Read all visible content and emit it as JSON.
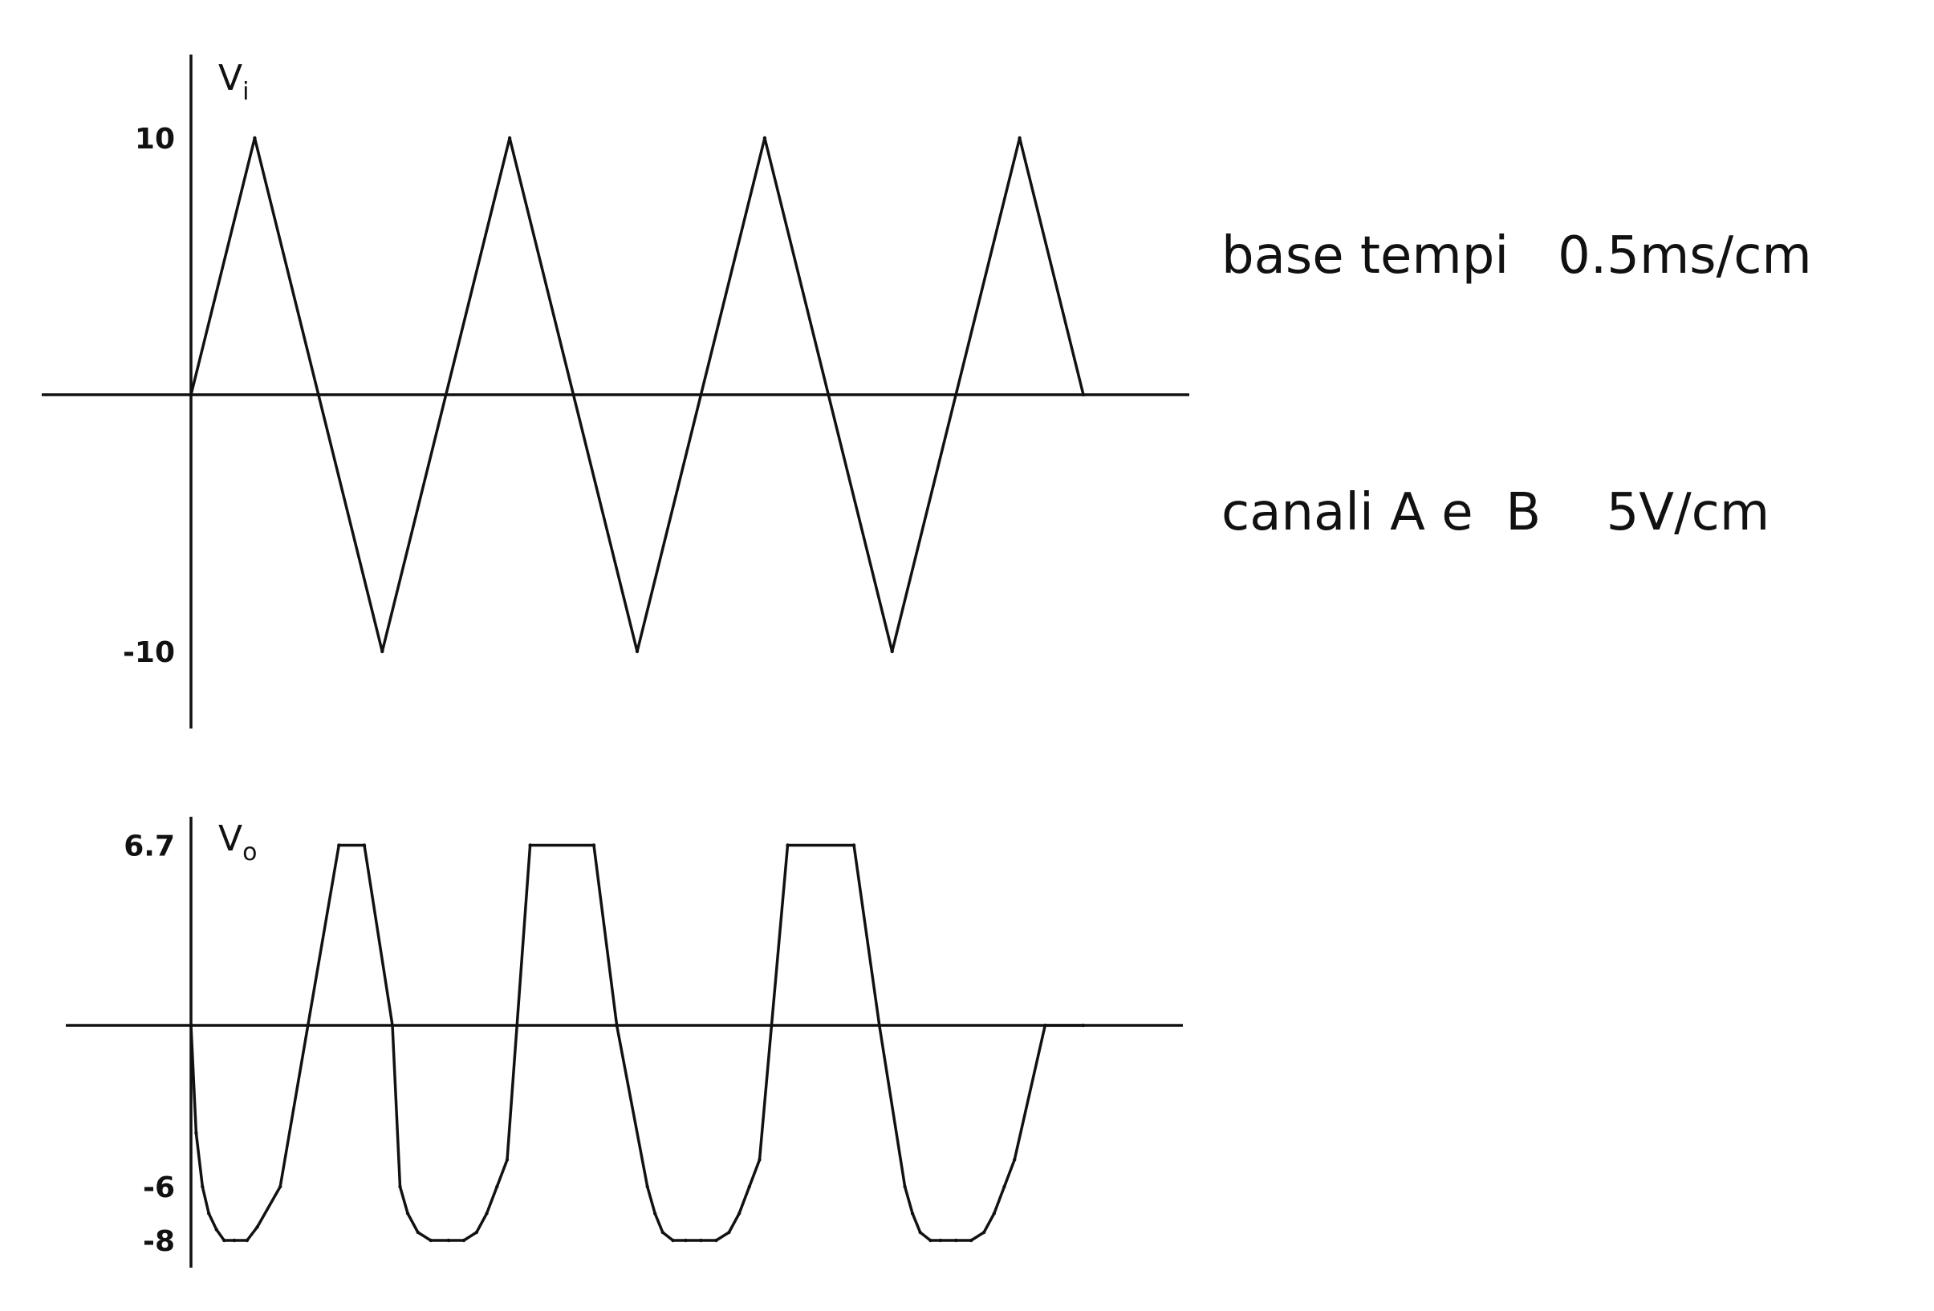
{
  "notes": {
    "timebase": "base tempi   0.5ms/cm",
    "channels": "canali A e  B    5V/cm"
  },
  "chart_data": [
    {
      "type": "line",
      "title": "",
      "ylabel": "V",
      "ylabel_sub": "i",
      "yticks": [
        {
          "label": "10",
          "value": 10
        },
        {
          "label": "-10",
          "value": -10
        }
      ],
      "ylim": [
        -13.2,
        13
      ],
      "xlim": [
        0,
        3.6
      ],
      "grid": false,
      "series": [
        {
          "x": [
            0,
            0.25,
            0.75,
            1.25,
            1.75,
            2.25,
            2.75,
            3.25,
            3.5
          ],
          "y": [
            0,
            10,
            -10,
            10,
            -10,
            10,
            -10,
            10,
            0
          ]
        }
      ]
    },
    {
      "type": "line",
      "title": "",
      "ylabel": "V",
      "ylabel_sub": "o",
      "yticks": [
        {
          "label": "6.7",
          "value": 6.7
        },
        {
          "label": "-6",
          "value": -6
        },
        {
          "label": "-8",
          "value": -8
        }
      ],
      "ylim": [
        -9.2,
        8.2
      ],
      "xlim": [
        0,
        3.6
      ],
      "grid": false,
      "series": [
        {
          "x": [
            0,
            0.02,
            0.045,
            0.07,
            0.1,
            0.13,
            0.17,
            0.22,
            0.26,
            0.35,
            0.58,
            0.68,
            0.79,
            0.82,
            0.85,
            0.89,
            0.94,
            1.01,
            1.07,
            1.12,
            1.16,
            1.2,
            1.24,
            1.33,
            1.58,
            1.67,
            1.79,
            1.82,
            1.85,
            1.89,
            1.94,
            2.0,
            2.06,
            2.11,
            2.15,
            2.19,
            2.23,
            2.34,
            2.6,
            2.7,
            2.8,
            2.83,
            2.86,
            2.9,
            2.94,
            3.0,
            3.06,
            3.11,
            3.15,
            3.19,
            3.23,
            3.35,
            3.5
          ],
          "y": [
            0,
            -4,
            -6,
            -7,
            -7.6,
            -8,
            -8,
            -8,
            -7.5,
            -6,
            6.7,
            6.7,
            0,
            -6,
            -7,
            -7.7,
            -8,
            -8,
            -8,
            -7.7,
            -7,
            -6,
            -5,
            6.7,
            6.7,
            0,
            -6,
            -7,
            -7.7,
            -8,
            -8,
            -8,
            -8,
            -7.7,
            -7,
            -6,
            -5,
            6.7,
            6.7,
            0,
            -6,
            -7,
            -7.7,
            -8,
            -8,
            -8,
            -8,
            -7.7,
            -7,
            -6,
            -5,
            0,
            0
          ]
        }
      ]
    }
  ]
}
